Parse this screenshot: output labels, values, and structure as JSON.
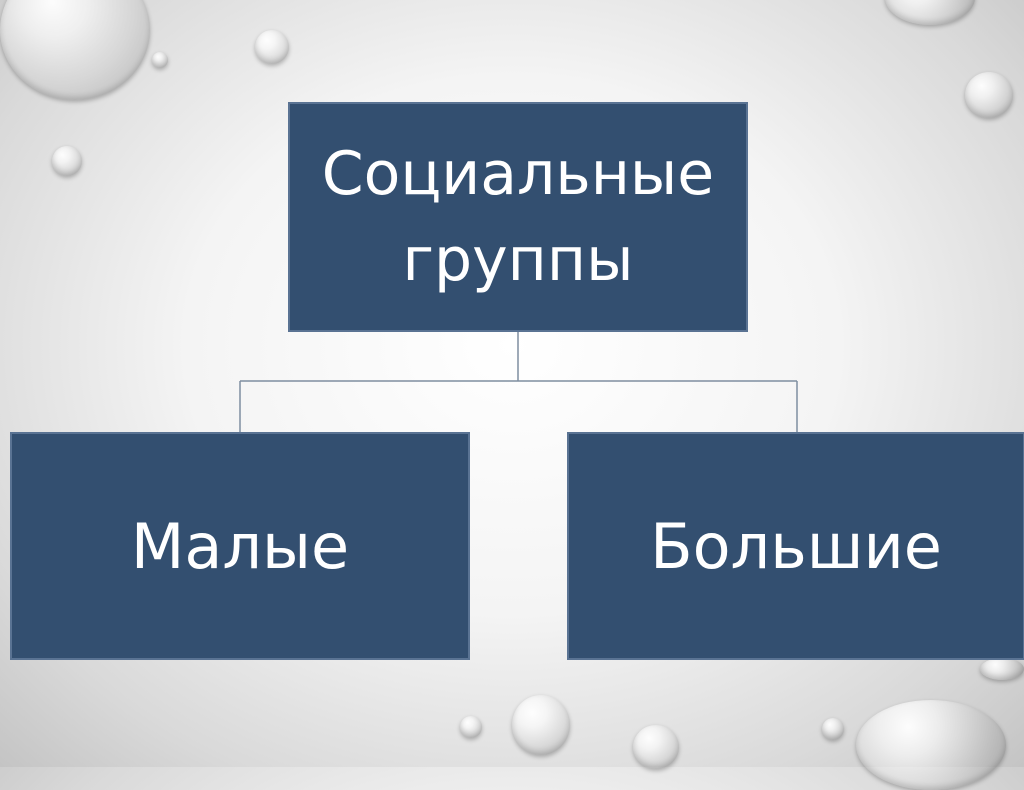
{
  "diagram": {
    "root": {
      "label": "Социальные группы"
    },
    "children": [
      {
        "label": "Малые"
      },
      {
        "label": "Большие"
      }
    ]
  },
  "colors": {
    "box_fill": "#334f70",
    "box_border": "#5a7393",
    "text": "#ffffff",
    "connector": "#7f8ea0"
  }
}
